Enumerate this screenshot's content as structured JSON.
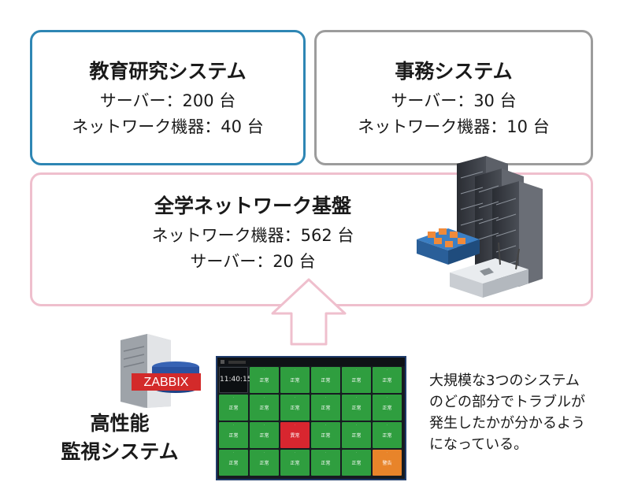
{
  "edu": {
    "title": "教育研究システム",
    "servers": "サーバー：200 台",
    "network": "ネットワーク機器：40 台"
  },
  "admin": {
    "title": "事務システム",
    "servers": "サーバー：30 台",
    "network": "ネットワーク機器：10 台"
  },
  "campus": {
    "title": "全学ネットワーク基盤",
    "network": "ネットワーク機器：562 台",
    "servers": "サーバー：20 台"
  },
  "monitor": {
    "brand": "ZABBIX",
    "label_line1": "高性能",
    "label_line2": "監視システム"
  },
  "dashboard": {
    "clock": "11:40:15",
    "tiles": [
      "正常",
      "正常",
      "正常",
      "正常",
      "正常",
      "正常",
      "正常",
      "正常",
      "正常",
      "正常",
      "正常",
      "正常",
      "正常",
      "異常",
      "正常",
      "正常",
      "正常",
      "正常",
      "正常",
      "正常",
      "正常",
      "正常",
      "警告"
    ],
    "tile_status": [
      "ok",
      "ok",
      "ok",
      "ok",
      "ok",
      "ok",
      "ok",
      "ok",
      "ok",
      "ok",
      "ok",
      "ok",
      "ok",
      "err",
      "ok",
      "ok",
      "ok",
      "ok",
      "ok",
      "ok",
      "ok",
      "ok",
      "warn"
    ]
  },
  "caption": [
    "大規模な3つのシステム",
    "のどの部分でトラブルが",
    "発生したかが分かるよう",
    "になっている。"
  ],
  "colors": {
    "edu_border": "#2e86b4",
    "admin_border": "#9c9c9c",
    "campus_border": "#efbfcd",
    "ok": "#2f9e3f",
    "error": "#d8262f",
    "warning": "#e8842a"
  }
}
